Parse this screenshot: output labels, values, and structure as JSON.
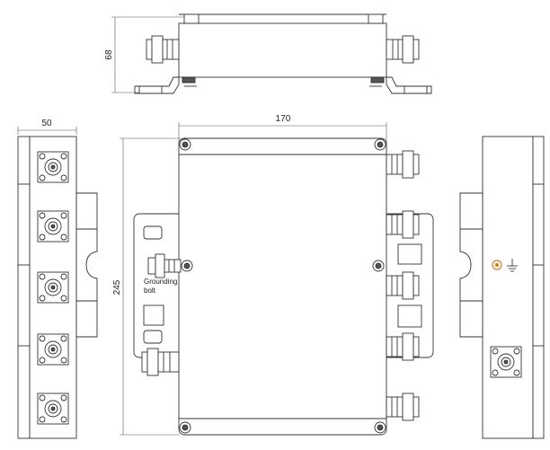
{
  "dimensions": {
    "height_top_view": "68",
    "width_side_view": "50",
    "width_front_view": "170",
    "height_front_view": "245"
  },
  "labels": {
    "grounding_bolt": "Grounding\nbolt"
  },
  "colors": {
    "line": "#333333",
    "dimension": "#555555",
    "ground_symbol_accent": "#d97a1f"
  }
}
